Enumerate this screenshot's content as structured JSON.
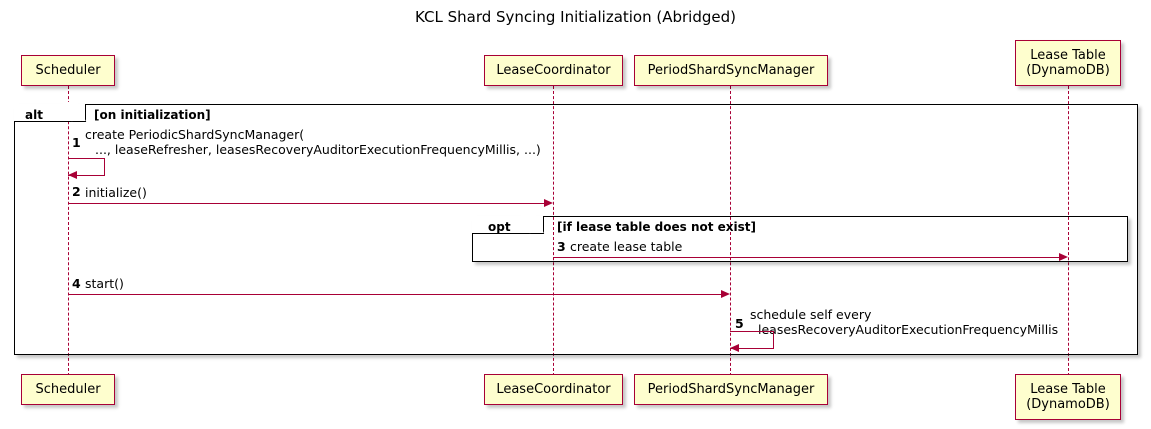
{
  "title": "KCL Shard Syncing Initialization (Abridged)",
  "diagram": {
    "type": "uml-sequence-diagram",
    "accent_color": "#A80036",
    "participant_fill": "#FEFECE",
    "frame_color": "#000000"
  },
  "participants": [
    {
      "id": "scheduler",
      "label": "Scheduler",
      "lines": [
        "Scheduler"
      ]
    },
    {
      "id": "lease-coordinator",
      "label": "LeaseCoordinator",
      "lines": [
        "LeaseCoordinator"
      ]
    },
    {
      "id": "period-shard-sync-manager",
      "label": "PeriodShardSyncManager",
      "lines": [
        "PeriodShardSyncManager"
      ]
    },
    {
      "id": "lease-table",
      "label": "Lease Table (DynamoDB)",
      "lines": [
        "Lease Table",
        "(DynamoDB)"
      ]
    }
  ],
  "fragments": [
    {
      "id": "alt",
      "keyword": "alt",
      "condition": "[on initialization]"
    },
    {
      "id": "opt",
      "keyword": "opt",
      "condition": "[if lease table does not exist]"
    }
  ],
  "messages": [
    {
      "num": "1",
      "kind": "self",
      "from": "scheduler",
      "to": "scheduler",
      "lines": [
        "create PeriodicShardSyncManager(",
        "..., leaseRefresher, leasesRecoveryAuditorExecutionFrequencyMillis, ...)"
      ]
    },
    {
      "num": "2",
      "kind": "call",
      "from": "scheduler",
      "to": "lease-coordinator",
      "lines": [
        "initialize()"
      ]
    },
    {
      "num": "3",
      "kind": "call",
      "from": "lease-coordinator",
      "to": "lease-table",
      "lines": [
        "create lease table"
      ]
    },
    {
      "num": "4",
      "kind": "call",
      "from": "scheduler",
      "to": "period-shard-sync-manager",
      "lines": [
        "start()"
      ]
    },
    {
      "num": "5",
      "kind": "self",
      "from": "period-shard-sync-manager",
      "to": "period-shard-sync-manager",
      "lines": [
        "schedule self every",
        "leasesRecoveryAuditorExecutionFrequencyMillis"
      ]
    }
  ]
}
